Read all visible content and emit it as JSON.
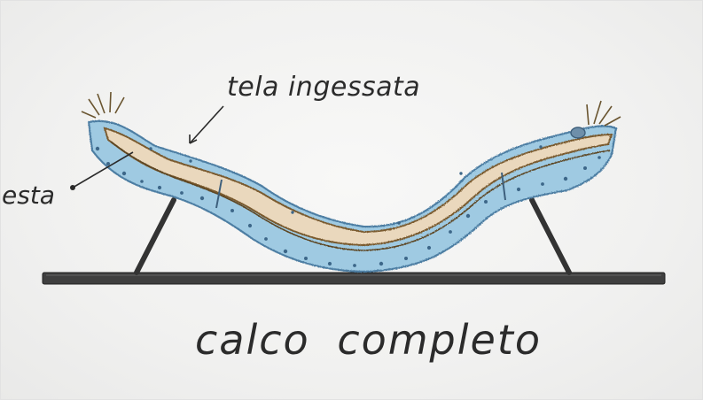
{
  "labels": {
    "top": "tela ingessata",
    "left": "esta",
    "caption": "calco completo"
  },
  "colors": {
    "paper": "#f4f4f3",
    "cast_blue": "#9cc8e0",
    "cast_blue_dark": "#4f7fa3",
    "cloth_beige": "#ead8bd",
    "cloth_brown": "#7a5a2e",
    "ink": "#2b2b2b",
    "support_bar": "#3c3c3c"
  }
}
